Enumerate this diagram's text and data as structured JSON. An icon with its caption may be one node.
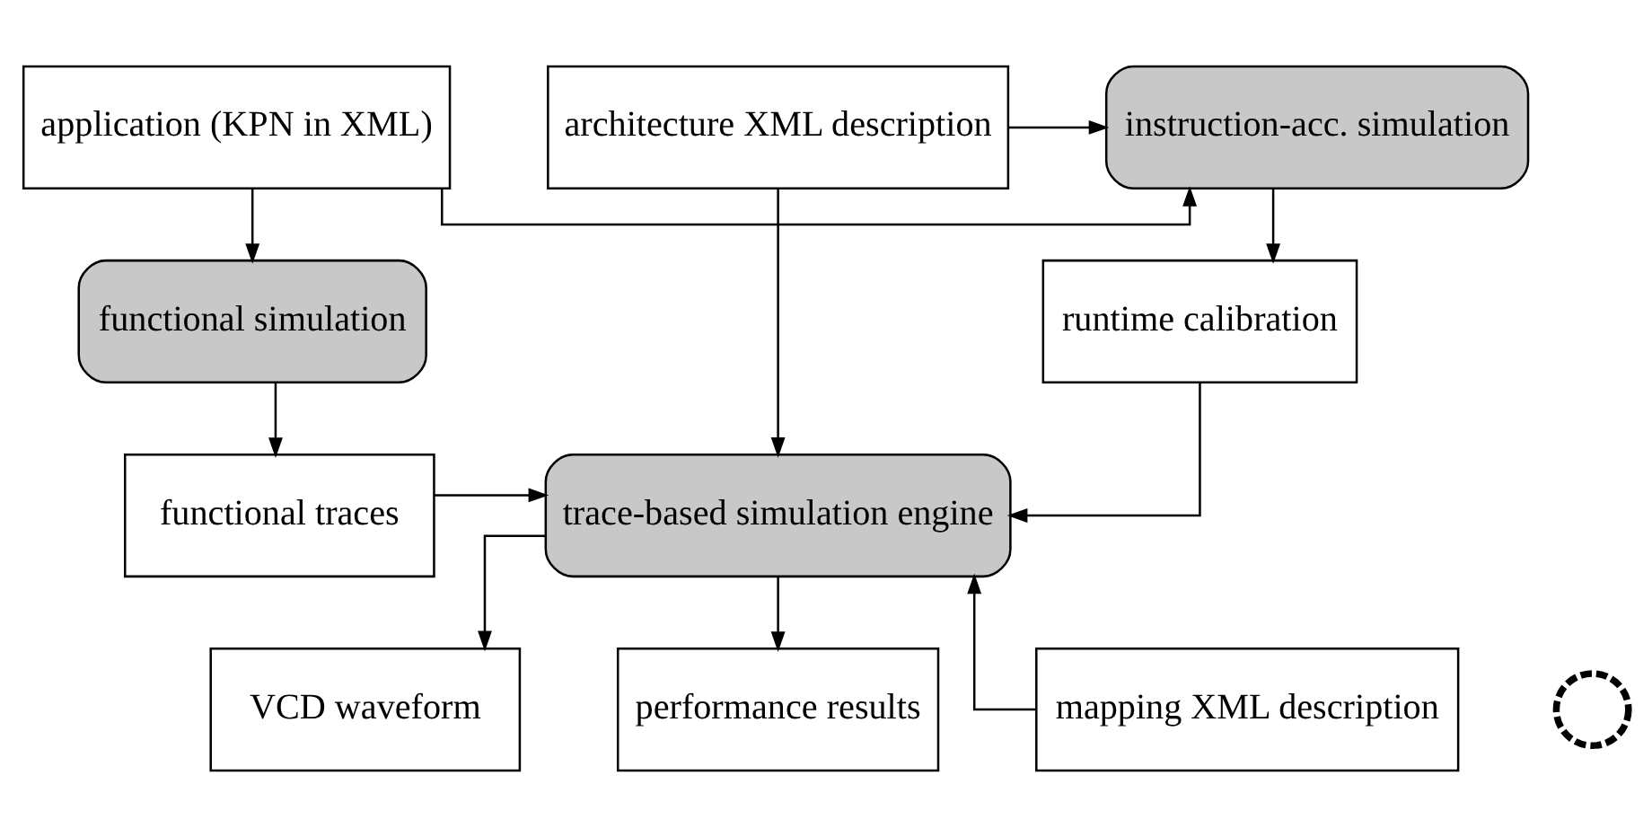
{
  "diagram": {
    "nodes": [
      {
        "text": [
          "application (KPN in XML)"
        ]
      },
      {
        "text": [
          "instruction-acc. simulation"
        ]
      },
      {
        "text": [
          "architecture XML description"
        ]
      },
      {
        "text": [
          "functional simulation"
        ]
      },
      {
        "text": [
          "runtime calibration"
        ]
      },
      {
        "text": [
          "functional traces"
        ]
      },
      {
        "text": [
          "trace-based simulation engine"
        ]
      },
      {
        "text": [
          "VCD waveform"
        ]
      },
      {
        "text": [
          "performance results"
        ]
      },
      {
        "text": [],
        "shape": "circle"
      },
      {
        "text": [
          "mapping XML description"
        ]
      }
    ],
    "edges": [
      {
        "from": 0,
        "to": 1,
        "arrow": "to"
      },
      {
        "from": 2,
        "to": 1,
        "arrow": "to"
      },
      {
        "from": 0,
        "to": 3,
        "arrow": "to"
      },
      {
        "from": 1,
        "to": 4,
        "arrow": "to"
      },
      {
        "from": 3,
        "to": 5,
        "arrow": "to"
      },
      {
        "from": 4,
        "to": 6,
        "arrow": "to"
      },
      {
        "from": 5,
        "to": 6,
        "arrow": "to"
      },
      {
        "from": 2,
        "to": 6,
        "arrow": "to"
      },
      {
        "from": 6,
        "to": 7,
        "arrow": "to"
      },
      {
        "from": 6,
        "to": 8,
        "arrow": "to"
      },
      {
        "from": 10,
        "to": 6,
        "arrow": "to"
      }
    ]
  }
}
